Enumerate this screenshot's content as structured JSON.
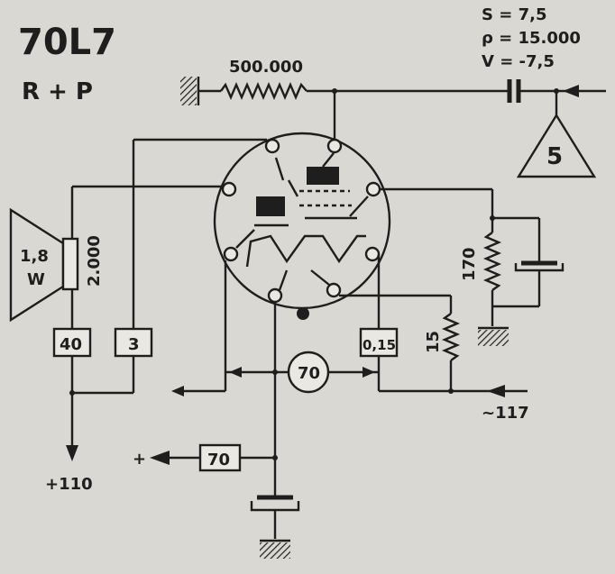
{
  "tube": {
    "type": "70L7",
    "subtitle": "R + P"
  },
  "specs": {
    "s": "S = 7,5",
    "rho": "ρ = 15.000",
    "v": "V = -7,5"
  },
  "components": {
    "grid_resistor": "500.000",
    "input_stage": "5",
    "speaker_power": "1,8",
    "speaker_unit": "W",
    "speaker_impedance": "2.000",
    "pin_40": "40",
    "pin_3": "3",
    "filament_dropper": "0,15",
    "filament_15": "15",
    "resistor_170": "170",
    "heater_70": "70",
    "rectifier_70": "70"
  },
  "supply": {
    "ac": "~117",
    "b_plus": "+110",
    "plus": "+"
  },
  "colors": {
    "ink": "#1e1e1e",
    "paper": "#d9d8d2",
    "box_fill": "#e9e8e2"
  }
}
